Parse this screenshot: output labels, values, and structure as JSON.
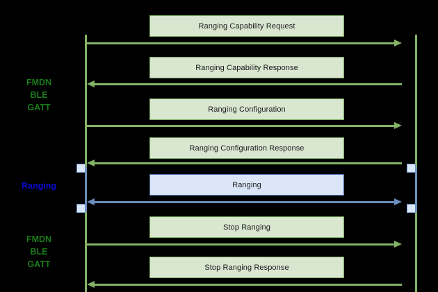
{
  "diagram": {
    "title": "Ranging sequence diagram",
    "background": "#000000",
    "colors": {
      "green_line": "#82b366",
      "green_fill": "#d9e6d0",
      "blue_line": "#6c8ebf",
      "blue_fill": "#dae5f7",
      "green_label_text": "#1a7a1a",
      "blue_label_text": "#0a0ad0"
    }
  },
  "side_labels": [
    {
      "id": "top-protocol",
      "lines": [
        "FMDN",
        "BLE",
        "GATT"
      ],
      "line1": "FMDN",
      "line2": "BLE",
      "line3": "GATT",
      "color": "green"
    },
    {
      "id": "ranging-phase",
      "lines": [
        "Ranging"
      ],
      "line1": "Ranging",
      "color": "blue"
    },
    {
      "id": "bottom-protocol",
      "lines": [
        "FMDN",
        "BLE",
        "GATT"
      ],
      "line1": "FMDN",
      "line2": "BLE",
      "line3": "GATT",
      "color": "green"
    }
  ],
  "messages": [
    {
      "label": "Ranging Capability Request",
      "direction": "right",
      "style": "green"
    },
    {
      "label": "Ranging Capability Response",
      "direction": "left",
      "style": "green"
    },
    {
      "label": "Ranging Configuration",
      "direction": "right",
      "style": "green"
    },
    {
      "label": "Ranging Configuration Response",
      "direction": "left",
      "style": "green"
    },
    {
      "label": "Ranging",
      "direction": "both",
      "style": "blue"
    },
    {
      "label": "Stop Ranging",
      "direction": "right",
      "style": "green"
    },
    {
      "label": "Stop Ranging Response",
      "direction": "left",
      "style": "green"
    }
  ]
}
